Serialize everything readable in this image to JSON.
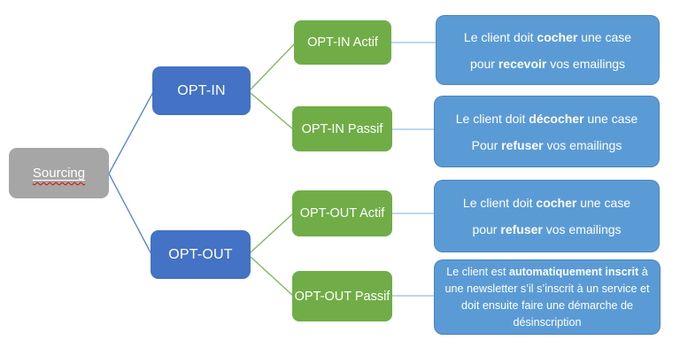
{
  "theme": {
    "root_fill": "#A6A6A6",
    "branch_fill": "#4472C4",
    "leaf_fill": "#70AD47",
    "desc_fill": "#5B9BD5",
    "text_color": "#FFFFFF",
    "line_blue": "#5B87D5",
    "line_green": "#85B864",
    "line_light": "#BDD7EE",
    "squiggle_color": "#E00000"
  },
  "diagram": {
    "root": {
      "label": "Sourcing"
    },
    "branches": [
      {
        "label": "OPT-IN"
      },
      {
        "label": "OPT-OUT"
      }
    ],
    "leaves": [
      {
        "label": "OPT-IN Actif",
        "desc": {
          "s1": "Le client doit ",
          "b1": "cocher",
          "s2": " une case",
          "s3": "pour ",
          "b2": "recevoir",
          "s4": " vos emailings"
        }
      },
      {
        "label": "OPT-IN Passif",
        "desc": {
          "s1": "Le client doit ",
          "b1": "décocher",
          "s2": " une case",
          "s3": "Pour ",
          "b2": "refuser",
          "s4": " vos emailings"
        }
      },
      {
        "label": "OPT-OUT Actif",
        "desc": {
          "s1": "Le client doit ",
          "b1": "cocher",
          "s2": " une case",
          "s3": "pour ",
          "b2": "refuser",
          "s4": " vos emailings"
        }
      },
      {
        "label": "OPT-OUT Passif",
        "desc": {
          "s1": "Le client est ",
          "b1": "automatiquement inscrit",
          "s2": " à une newsletter s’il s’inscrit à un service et doit ensuite faire une démarche de désinscription"
        }
      }
    ]
  }
}
